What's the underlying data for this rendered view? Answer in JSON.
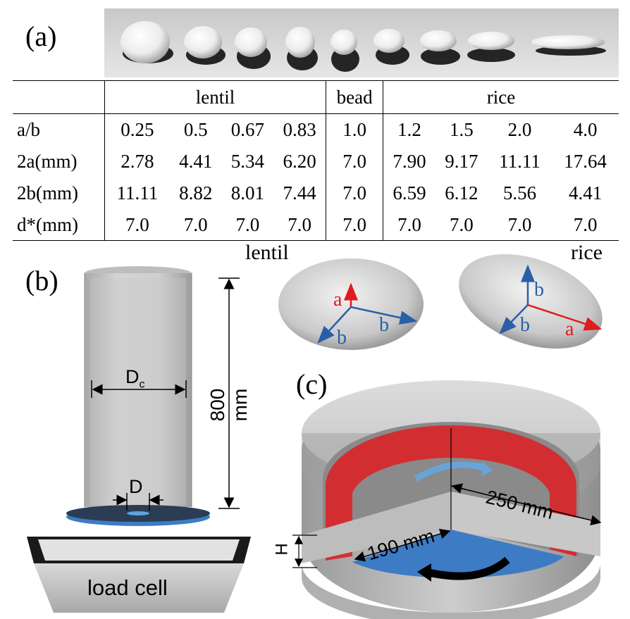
{
  "panels": {
    "a": "(a)",
    "b": "(b)",
    "c": "(c)"
  },
  "table": {
    "groups": [
      "lentil",
      "bead",
      "rice"
    ],
    "rows": [
      {
        "label": "a/b",
        "values": [
          "0.25",
          "0.5",
          "0.67",
          "0.83",
          "1.0",
          "1.2",
          "1.5",
          "2.0",
          "4.0"
        ]
      },
      {
        "label": "2a(mm)",
        "values": [
          "2.78",
          "4.41",
          "5.34",
          "6.20",
          "7.0",
          "7.90",
          "9.17",
          "11.11",
          "17.64"
        ]
      },
      {
        "label": "2b(mm)",
        "values": [
          "11.11",
          "8.82",
          "8.01",
          "7.44",
          "7.0",
          "6.59",
          "6.12",
          "5.56",
          "4.41"
        ]
      },
      {
        "label": "d*(mm)",
        "values": [
          "7.0",
          "7.0",
          "7.0",
          "7.0",
          "7.0",
          "7.0",
          "7.0",
          "7.0",
          "7.0"
        ]
      }
    ]
  },
  "shapes": {
    "lentil": {
      "title": "lentil",
      "axes": [
        "a",
        "b",
        "b"
      ]
    },
    "rice": {
      "title": "rice",
      "axes": [
        "b",
        "b",
        "a"
      ]
    }
  },
  "silo": {
    "height": "800 mm",
    "diameter_label": "D",
    "diameter_sub": "c",
    "orifice_label": "D",
    "load_cell": "load cell"
  },
  "rotating": {
    "outer": "250 mm",
    "inner": "190 mm",
    "height_label": "H"
  },
  "colors": {
    "red_axis": "#e01b1b",
    "blue_axis": "#2a5fa8",
    "shear_band": "#d8262a",
    "base_blue": "#3d7cc4"
  }
}
